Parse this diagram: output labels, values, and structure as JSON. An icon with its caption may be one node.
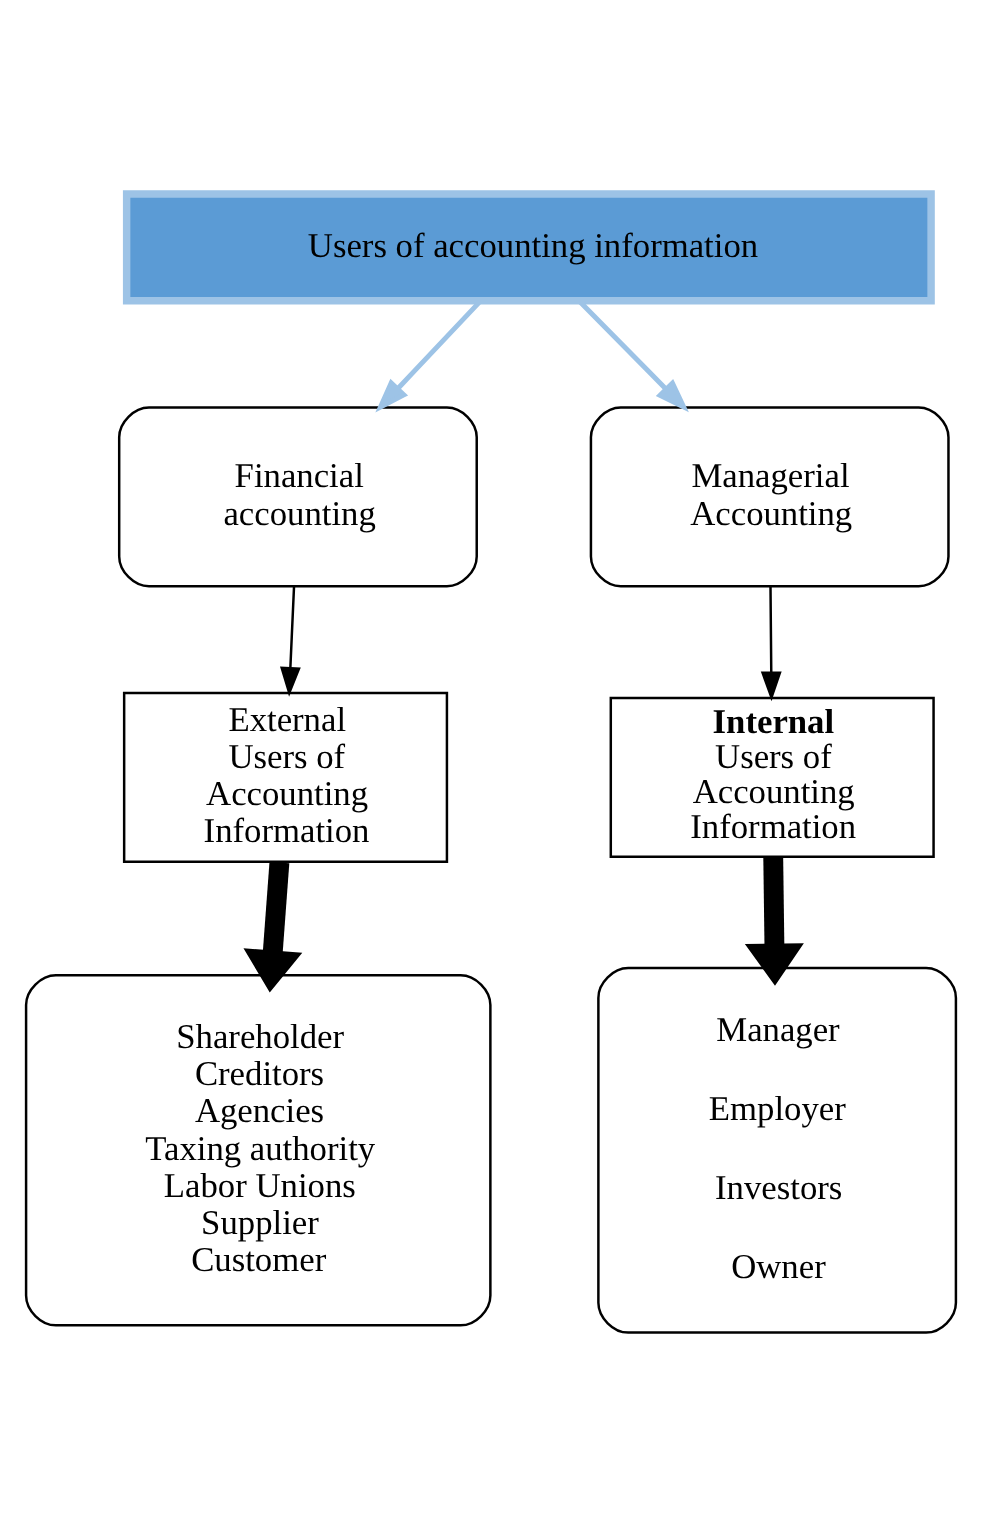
{
  "diagram": {
    "nodes": [
      {
        "text": [
          "Users of accounting information"
        ]
      },
      {
        "text": [
          "Financial accounting"
        ]
      },
      {
        "text": [
          "Managerial Accounting"
        ]
      },
      {
        "text": [
          "External Users of Accounting Information"
        ]
      },
      {
        "text": [
          "**Internal** Users of Accounting Information"
        ]
      },
      {
        "text": [
          "Shareholder",
          "Creditors",
          "Agencies",
          "Taxing authority",
          "Labor Unions",
          "Supplier",
          "Customer"
        ]
      },
      {
        "text": [
          "Manager",
          "Employer",
          "Investors",
          "Owner"
        ]
      }
    ],
    "edges": [
      {
        "from": 0,
        "to": 1,
        "arrow": "to",
        "color": "#9dc3e6"
      },
      {
        "from": 0,
        "to": 2,
        "arrow": "to",
        "color": "#9dc3e6"
      },
      {
        "from": 1,
        "to": 3,
        "arrow": "to"
      },
      {
        "from": 2,
        "to": 4,
        "arrow": "to"
      },
      {
        "from": 3,
        "to": 5,
        "arrow": "to",
        "style": "thick"
      },
      {
        "from": 4,
        "to": 6,
        "arrow": "to",
        "style": "thick"
      }
    ]
  }
}
